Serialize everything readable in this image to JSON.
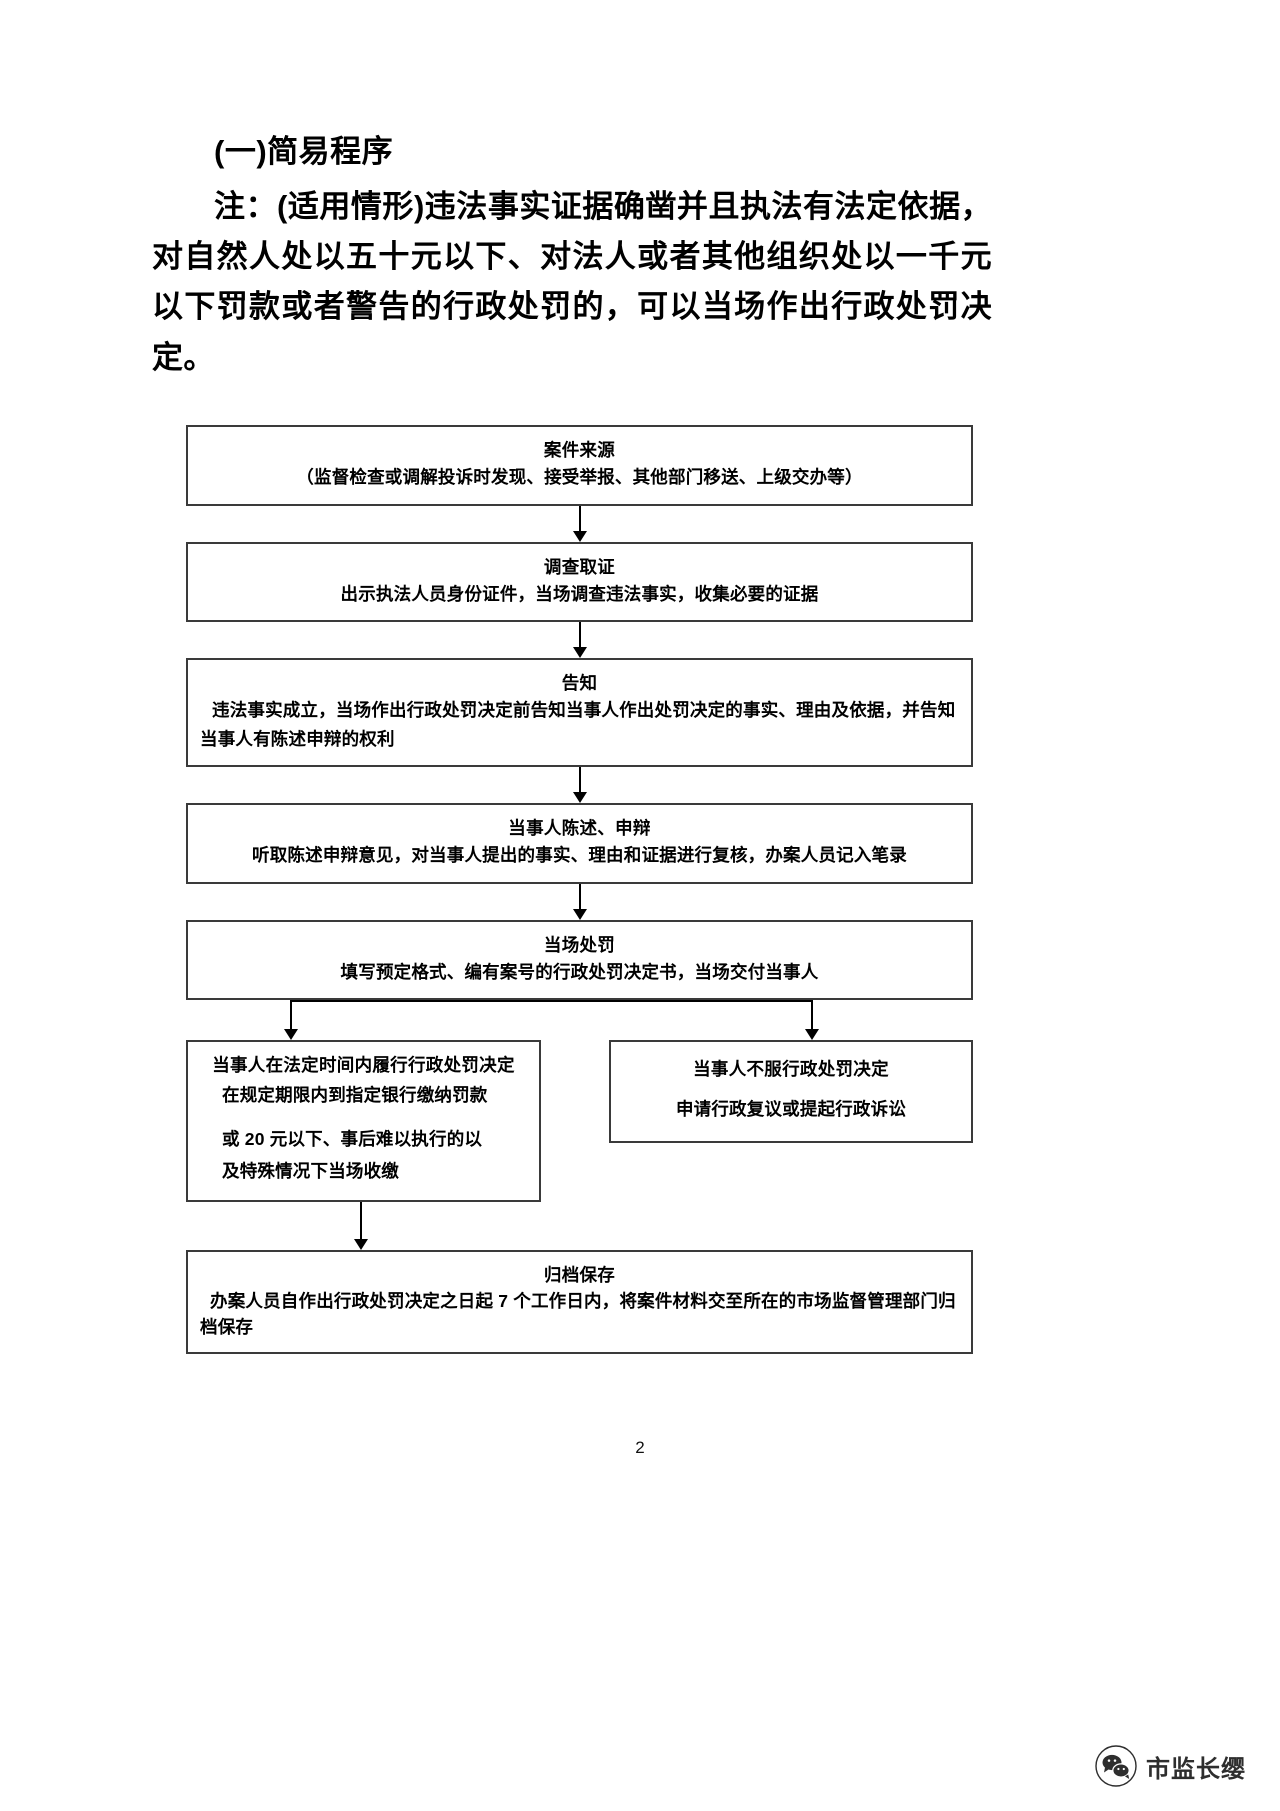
{
  "document": {
    "heading": "(一)简易程序",
    "note_paragraph": "注：(适用情形)违法事实证据确凿并且执法有法定依据，对自然人处以五十元以下、对法人或者其他组织处以一千元以下罚款或者警告的行政处罚的，可以当场作出行政处罚决定。",
    "page_number": "2"
  },
  "flowchart": {
    "type": "flow",
    "nodes": [
      {
        "id": "case-source",
        "title": "案件来源",
        "body": "（监督检查或调解投诉时发现、接受举报、其他部门移送、上级交办等）"
      },
      {
        "id": "investigation",
        "title": "调查取证",
        "body": "出示执法人员身份证件，当场调查违法事实，收集必要的证据"
      },
      {
        "id": "notification",
        "title": "告知",
        "body": "违法事实成立，当场作出行政处罚决定前告知当事人作出处罚决定的事实、理由及依据，并告知当事人有陈述申辩的权利"
      },
      {
        "id": "statement-defense",
        "title": "当事人陈述、申辩",
        "body": "听取陈述申辩意见，对当事人提出的事实、理由和证据进行复核，办案人员记入笔录"
      },
      {
        "id": "on-site-penalty",
        "title": "当场处罚",
        "body": "填写预定格式、编有案号的行政处罚决定书，当场交付当事人"
      }
    ],
    "branch_nodes": [
      {
        "id": "party-performs",
        "title": "当事人在法定时间内履行行政处罚决定",
        "body_line1": "在规定期限内到指定银行缴纳罚款",
        "body_line2": "或 20 元以下、事后难以执行的以",
        "body_line3": "及特殊情况下当场收缴"
      },
      {
        "id": "party-disagrees",
        "title": "当事人不服行政处罚决定",
        "body": "申请行政复议或提起行政诉讼"
      }
    ],
    "final_node": {
      "id": "archive",
      "title": "归档保存",
      "body": "办案人员自作出行政处罚决定之日起 7 个工作日内，将案件材料交至所在的市场监督管理部门归档保存"
    }
  },
  "watermark": {
    "label": "市监长缨",
    "logo_icon": "wechat-icon"
  },
  "colors": {
    "text": "#000000",
    "box_border": "#3a3a3a",
    "connector": "#000000",
    "watermark_text": "#2e2e2e"
  }
}
